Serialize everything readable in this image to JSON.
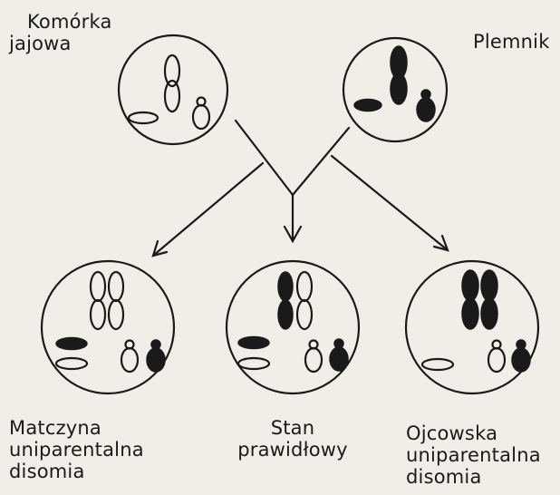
{
  "labels": {
    "egg": [
      "Komórka",
      "jajowa"
    ],
    "sperm": "Plemnik",
    "maternal": [
      "Matczyna",
      "uniparentalna",
      "disomia"
    ],
    "normal": [
      "Stan",
      "prawidłowy"
    ],
    "paternal": [
      "Ojcowska",
      "uniparentalna",
      "disomia"
    ]
  },
  "colors": {
    "ink": "#1a1a1a",
    "paper": "#f1eee7"
  }
}
